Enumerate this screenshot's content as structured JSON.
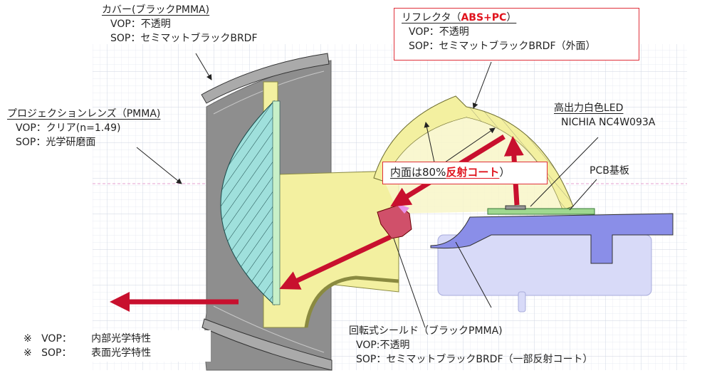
{
  "cover": {
    "title": "カバー(ブラックPMMA)",
    "vop": "VOP：不透明",
    "sop": "SOP：セミマットブラックBRDF"
  },
  "lens": {
    "title": "プロジェクションレンズ（PMMA)",
    "vop": "VOP：クリア(n=1.49)",
    "sop": "SOP：光学研磨面"
  },
  "reflector": {
    "title_prefix": "リフレクタ（",
    "title_material": "ABS+PC",
    "title_suffix": "）",
    "vop": "VOP：不透明",
    "sop": "SOP：セミマットブラックBRDF（外面）"
  },
  "coating": {
    "prefix": "内面は80%",
    "highlight": "反射コート",
    "suffix": "）"
  },
  "led": {
    "title": "高出力白色LED",
    "model": "NICHIA NC4W093A"
  },
  "pcb": {
    "title": "PCB基板"
  },
  "shield": {
    "title": "回転式シールド（ブラックPMMA)",
    "vop": "VOP:不透明",
    "sop": "SOP：セミマットブラックBRDF（一部反射コート）"
  },
  "legend": [
    {
      "mark": "※",
      "key": "VOP：",
      "desc": "内部光学特性"
    },
    {
      "mark": "※",
      "key": "SOP：",
      "desc": "表面光学特性"
    }
  ],
  "colors": {
    "accent": "#e0141e",
    "ray": "#c8102e",
    "lens": "#9fe0dc",
    "reflector": "#f3f0a0",
    "cover": "#8a8a8a",
    "heatsink": "#8a8ee8"
  }
}
